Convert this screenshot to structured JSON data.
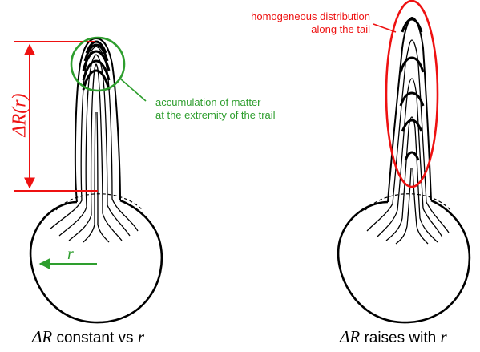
{
  "left_panel": {
    "delta_label": "ΔR(r)",
    "radius_label": "r",
    "annotation_line1": "accumulation of matter",
    "annotation_line2": "at the extremity of the trail",
    "caption_symbol": "ΔR",
    "caption_text": "constant vs",
    "caption_var": "r"
  },
  "right_panel": {
    "annotation_line1": "homogeneous distribution",
    "annotation_line2": "along the tail",
    "caption_symbol": "ΔR",
    "caption_text": "raises with",
    "caption_var": "r"
  },
  "colors": {
    "annotation_green": "#2e9e2e",
    "annotation_red": "#ee1111",
    "drawing": "#000000"
  }
}
